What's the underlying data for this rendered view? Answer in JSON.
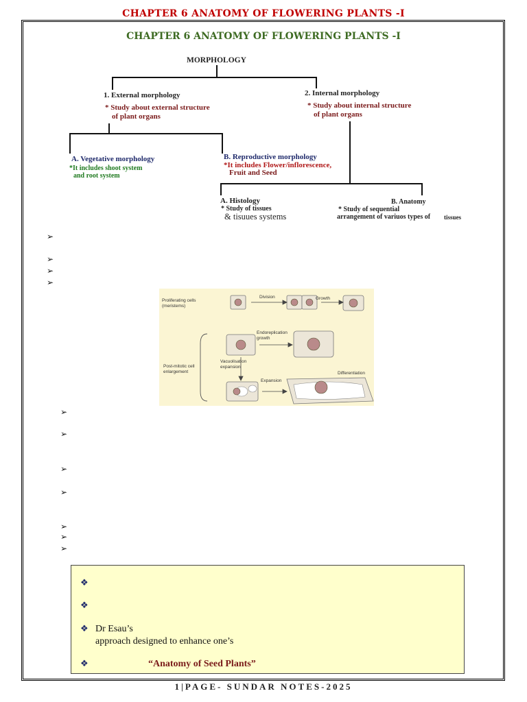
{
  "header": {
    "title": "CHAPTER 6 ANATOMY OF FLOWERING PLANTS -I"
  },
  "inner_header": {
    "title": "CHAPTER 6 ANATOMY OF FLOWERING PLANTS -I"
  },
  "chart": {
    "root": "MORPHOLOGY",
    "external": {
      "title": "1. External morphology",
      "desc1": "* Study about external structure",
      "desc2": "of plant organs"
    },
    "internal": {
      "title": "2. Internal morphology",
      "desc1": "* Study about internal structure",
      "desc2": "of plant organs"
    },
    "vegetative": {
      "title": "A. Vegetative morphology",
      "desc1": "*It includes shoot system",
      "desc2": "and root system"
    },
    "reproductive": {
      "title": "B. Reproductive morphology",
      "desc1": "*It includes Flower/inflorescence,",
      "desc2": "Fruit and Seed"
    },
    "histology": {
      "title": "A. Histology",
      "desc1": "* Study of tissues",
      "desc2": "& tisuues systems"
    },
    "anatomy": {
      "title": "B. Anatomy",
      "desc1": "* Study of sequential",
      "desc2": "arrangement of variuos types of",
      "desc3": "tissues"
    }
  },
  "figure": {
    "proliferating": "Proliferating cells\n(meristems)",
    "division": "Division",
    "growth": "Growth",
    "endoreplication": "Endoreplication\ngrowth",
    "postmitotic": "Post-mitotic cell\nenlargement",
    "vacuolisation": "Vacuolisation\nexpansion",
    "expansion": "Expansion",
    "differentiation": "Differentiation"
  },
  "bullets": {
    "arrow": "➢",
    "diamond": "❖"
  },
  "note": {
    "esau1": "Dr Esau’s",
    "esau2": "approach designed to enhance one’s",
    "book": "“Anatomy of Seed Plants”"
  },
  "footer": {
    "text": "1|PAGE- SUNDAR NOTES-2025"
  }
}
